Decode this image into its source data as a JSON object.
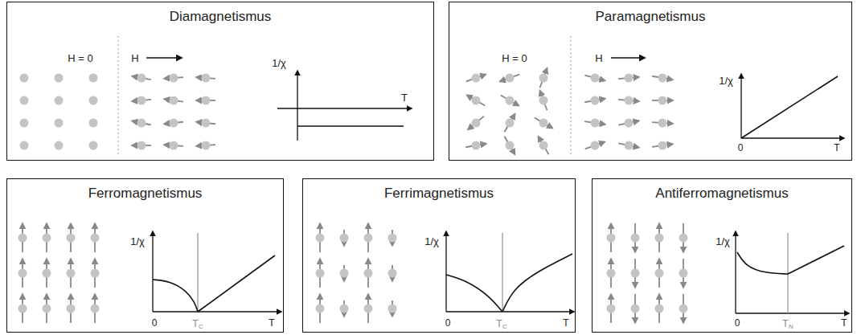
{
  "diagram": {
    "nodes": [
      {
        "text": [
          "Diamagnetismus"
        ]
      },
      {
        "text": [
          "Paramagnetismus"
        ]
      },
      {
        "text": [
          "Ferromagnetismus"
        ]
      },
      {
        "text": [
          "Ferrimagnetismus"
        ]
      },
      {
        "text": [
          "Antiferromagnetismus"
        ]
      }
    ],
    "labels": [
      "H = 0",
      "H",
      "1/χ",
      "T",
      "H = 0",
      "H",
      "1/χ",
      "0",
      "T",
      "1/χ",
      "0",
      "T",
      "C",
      "T",
      "1/χ",
      "0",
      "T",
      "C",
      "T",
      "1/χ",
      "0",
      "T",
      "N",
      "T"
    ]
  }
}
